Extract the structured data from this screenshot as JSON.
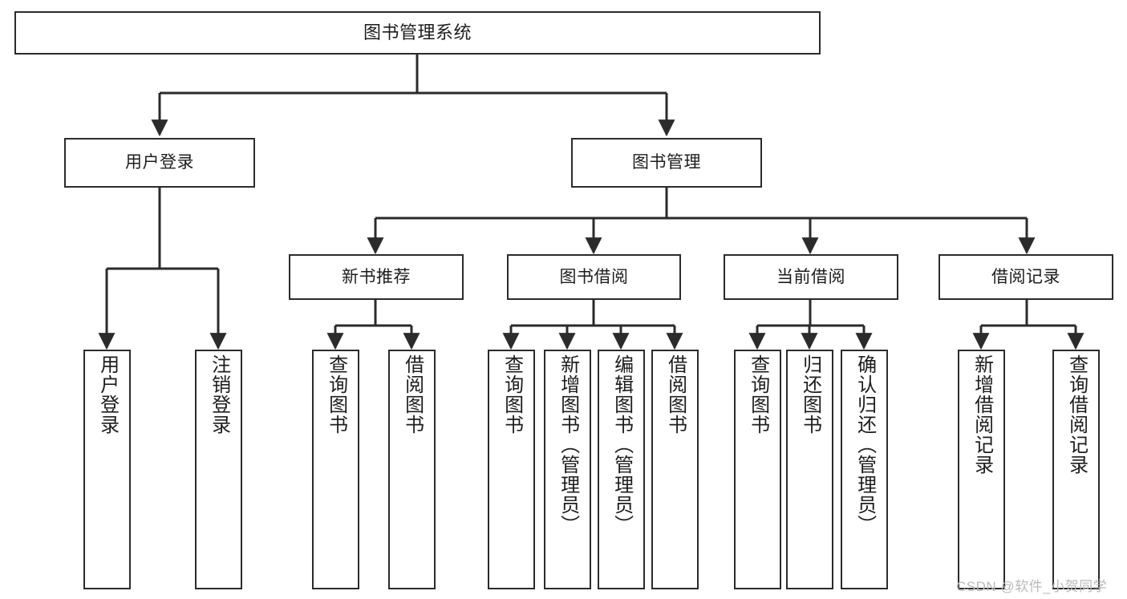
{
  "diagram": {
    "type": "tree-hierarchy-chart",
    "title": "图书管理系统",
    "line_color": "#2b2b2b",
    "box_fill": "#ffffff",
    "background": "#ffffff"
  },
  "nodes": {
    "root": {
      "label": "图书管理系统"
    },
    "level2": [
      {
        "label": "用户登录"
      },
      {
        "label": "图书管理"
      }
    ],
    "level3": [
      {
        "label": "新书推荐"
      },
      {
        "label": "图书借阅"
      },
      {
        "label": "当前借阅"
      },
      {
        "label": "借阅记录"
      }
    ],
    "leaves_user_login": [
      {
        "label": "用户登录"
      },
      {
        "label": "注销登录"
      }
    ],
    "leaves_new_books": [
      {
        "label": "查询图书"
      },
      {
        "label": "借阅图书"
      }
    ],
    "leaves_borrow": [
      {
        "label": "查询图书"
      },
      {
        "label": "新增图书（管理员）"
      },
      {
        "label": "编辑图书（管理员）"
      },
      {
        "label": "借阅图书"
      }
    ],
    "leaves_current": [
      {
        "label": "查询图书"
      },
      {
        "label": "归还图书"
      },
      {
        "label": "确认归还（管理员）"
      }
    ],
    "leaves_records": [
      {
        "label": "新增借阅记录"
      },
      {
        "label": "查询借阅记录"
      }
    ]
  },
  "watermark": {
    "text": "CSDN @软件_小贺同学"
  }
}
